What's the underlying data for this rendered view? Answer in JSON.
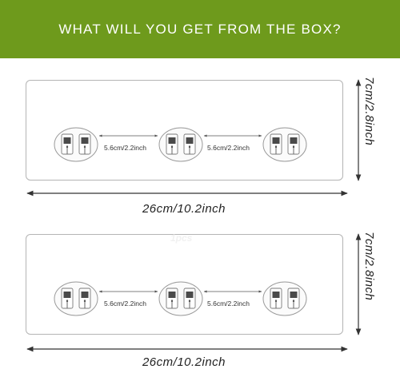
{
  "banner": {
    "title": "WHAT WILL YOU GET FROM THE BOX?",
    "color": "#6e9a1c"
  },
  "panels": [
    {
      "spacing_left": "5.6cm/2.2inch",
      "spacing_right": "5.6cm/2.2inch",
      "length": "26cm/10.2inch",
      "width": "7cm/2.8inch"
    },
    {
      "watermark": "1pcs",
      "spacing_left": "5.6cm/2.2inch",
      "spacing_right": "5.6cm/2.2inch",
      "length": "26cm/10.2inch",
      "width": "7cm/2.8inch"
    }
  ]
}
